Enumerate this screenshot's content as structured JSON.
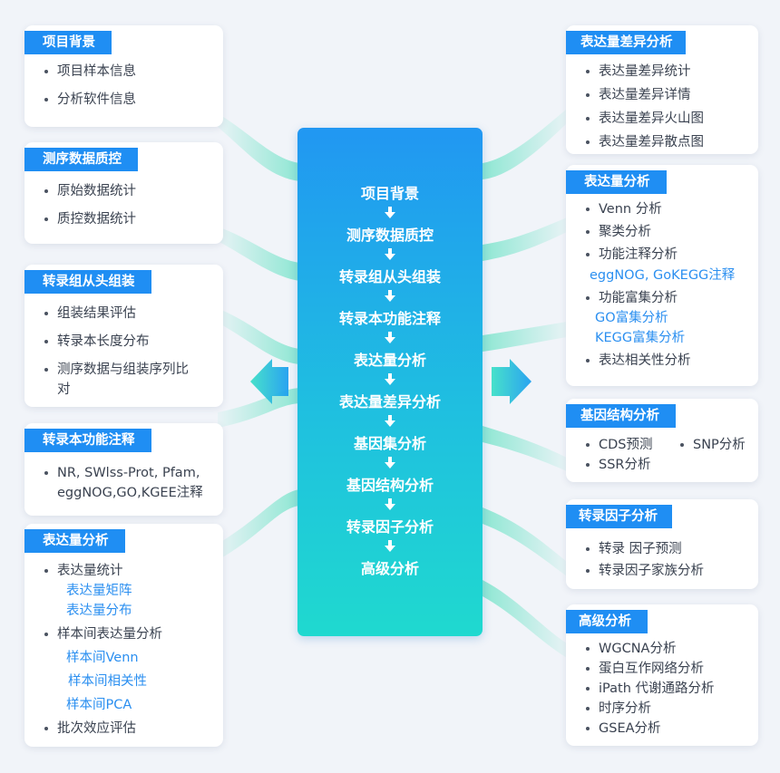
{
  "center_steps": [
    "项目背景",
    "测序数据质控",
    "转录组从头组装",
    "转录本功能注释",
    "表达量分析",
    "表达量差异分析",
    "基因集分析",
    "基因结构分析",
    "转录因子分析",
    "高级分析"
  ],
  "left_cards": [
    {
      "title": "项目背景",
      "items": [
        {
          "text": "项目样本信息"
        },
        {
          "text": "分析软件信息"
        }
      ]
    },
    {
      "title": "测序数据质控",
      "items": [
        {
          "text": "原始数据统计"
        },
        {
          "text": "质控数据统计"
        }
      ]
    },
    {
      "title": "转录组从头组装",
      "items": [
        {
          "text": "组装结果评估"
        },
        {
          "text": "转录本长度分布"
        },
        {
          "text": "测序数据与组装序列比对"
        }
      ]
    },
    {
      "title": "转录本功能注释",
      "items": [
        {
          "text": "NR, SWlss-Prot, Pfam, eggNOG,GO,KGEE注释"
        }
      ]
    },
    {
      "title": "表达量分析",
      "items": [
        {
          "text": "表达量统计",
          "subs": [
            "表达量矩阵",
            "表达量分布"
          ]
        },
        {
          "text": "样本间表达量分析",
          "subs": [
            "样本间Venn",
            "样本间相关性",
            "样本间PCA"
          ]
        },
        {
          "text": "批次效应评估"
        }
      ]
    }
  ],
  "right_cards": [
    {
      "title": "表达量差异分析",
      "items": [
        {
          "text": "表达量差异统计"
        },
        {
          "text": "表达量差异详情"
        },
        {
          "text": "表达量差异火山图"
        },
        {
          "text": "表达量差异散点图"
        }
      ]
    },
    {
      "title": "表达量分析",
      "items": [
        {
          "text": "Venn 分析"
        },
        {
          "text": "聚类分析"
        },
        {
          "text": "功能注释分析",
          "subs": [
            "eggNOG, GoKEGG注释"
          ]
        },
        {
          "text": "功能富集分析",
          "subs": [
            "GO富集分析",
            "KEGG富集分析"
          ]
        },
        {
          "text": "表达相关性分析"
        }
      ]
    },
    {
      "title": "基因结构分析",
      "items": [
        {
          "text": "CDS预测"
        },
        {
          "text": "SNP分析"
        },
        {
          "text": "SSR分析"
        }
      ]
    },
    {
      "title": "转录因子分析",
      "items": [
        {
          "text": "转录 因子预测"
        },
        {
          "text": "转录因子家族分析"
        }
      ]
    },
    {
      "title": "高级分析",
      "items": [
        {
          "text": "WGCNA分析"
        },
        {
          "text": "蛋白互作网络分析"
        },
        {
          "text": "iPath 代谢通路分析"
        },
        {
          "text": "时序分析"
        },
        {
          "text": "GSEA分析"
        }
      ]
    }
  ],
  "colors": {
    "accent": "#1f8ef3",
    "sub_text": "#2b8ff0",
    "ribbon": "#3ddcb4"
  }
}
